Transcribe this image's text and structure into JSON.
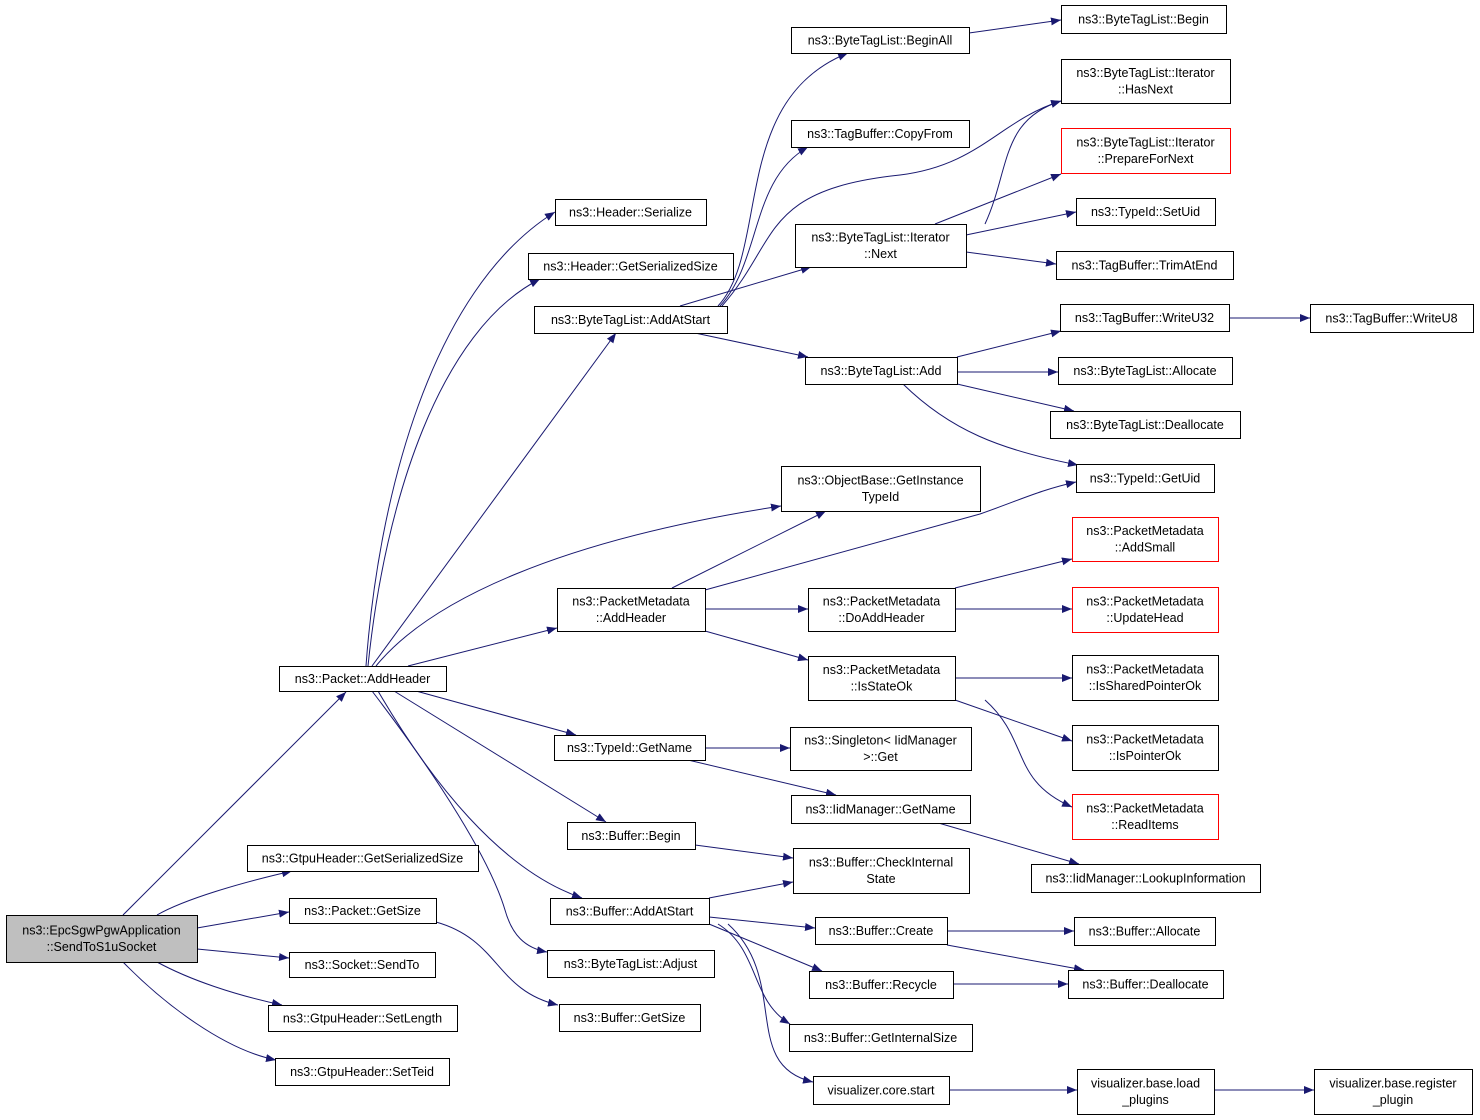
{
  "colors": {
    "edge": "#191970",
    "node_border": "#000000",
    "node_fill": "#ffffff",
    "root_fill": "#bfbfbf",
    "truncated_border": "#ff0000"
  },
  "nodes": [
    [
      "ns3::EpcSgwPgwApplication",
      "::SendToS1uSocket"
    ],
    [
      "ns3::Packet::AddHeader"
    ],
    [
      "ns3::GtpuHeader::GetSerializedSize"
    ],
    [
      "ns3::Packet::GetSize"
    ],
    [
      "ns3::Socket::SendTo"
    ],
    [
      "ns3::GtpuHeader::SetLength"
    ],
    [
      "ns3::GtpuHeader::SetTeid"
    ],
    [
      "ns3::Header::Serialize"
    ],
    [
      "ns3::Header::GetSerializedSize"
    ],
    [
      "ns3::ByteTagList::AddAtStart"
    ],
    [
      "ns3::PacketMetadata",
      "::AddHeader"
    ],
    [
      "ns3::TypeId::GetName"
    ],
    [
      "ns3::Buffer::Begin"
    ],
    [
      "ns3::Buffer::AddAtStart"
    ],
    [
      "ns3::ByteTagList::Adjust"
    ],
    [
      "ns3::Buffer::GetSize"
    ],
    [
      "ns3::ByteTagList::BeginAll"
    ],
    [
      "ns3::TagBuffer::CopyFrom"
    ],
    [
      "ns3::ByteTagList::Iterator",
      "::Next"
    ],
    [
      "ns3::ByteTagList::Add"
    ],
    [
      "ns3::ObjectBase::GetInstance",
      "TypeId"
    ],
    [
      "ns3::PacketMetadata",
      "::DoAddHeader"
    ],
    [
      "ns3::PacketMetadata",
      "::IsStateOk"
    ],
    [
      "ns3::Singleton< IidManager",
      ">::Get"
    ],
    [
      "ns3::IidManager::GetName"
    ],
    [
      "ns3::Buffer::CheckInternal",
      "State"
    ],
    [
      "ns3::Buffer::Create"
    ],
    [
      "ns3::Buffer::Recycle"
    ],
    [
      "ns3::Buffer::GetInternalSize"
    ],
    [
      "visualizer.core.start"
    ],
    [
      "ns3::ByteTagList::Begin"
    ],
    [
      "ns3::ByteTagList::Iterator",
      "::HasNext"
    ],
    [
      "ns3::ByteTagList::Iterator",
      "::PrepareForNext"
    ],
    [
      "ns3::TypeId::SetUid"
    ],
    [
      "ns3::TagBuffer::TrimAtEnd"
    ],
    [
      "ns3::TagBuffer::WriteU32"
    ],
    [
      "ns3::ByteTagList::Allocate"
    ],
    [
      "ns3::ByteTagList::Deallocate"
    ],
    [
      "ns3::TypeId::GetUid"
    ],
    [
      "ns3::PacketMetadata",
      "::AddSmall"
    ],
    [
      "ns3::PacketMetadata",
      "::UpdateHead"
    ],
    [
      "ns3::PacketMetadata",
      "::IsSharedPointerOk"
    ],
    [
      "ns3::PacketMetadata",
      "::IsPointerOk"
    ],
    [
      "ns3::PacketMetadata",
      "::ReadItems"
    ],
    [
      "ns3::IidManager::LookupInformation"
    ],
    [
      "ns3::Buffer::Allocate"
    ],
    [
      "ns3::Buffer::Deallocate"
    ],
    [
      "visualizer.base.load",
      "_plugins"
    ],
    [
      "ns3::TagBuffer::WriteU8"
    ],
    [
      "visualizer.base.register",
      "_plugin"
    ]
  ]
}
